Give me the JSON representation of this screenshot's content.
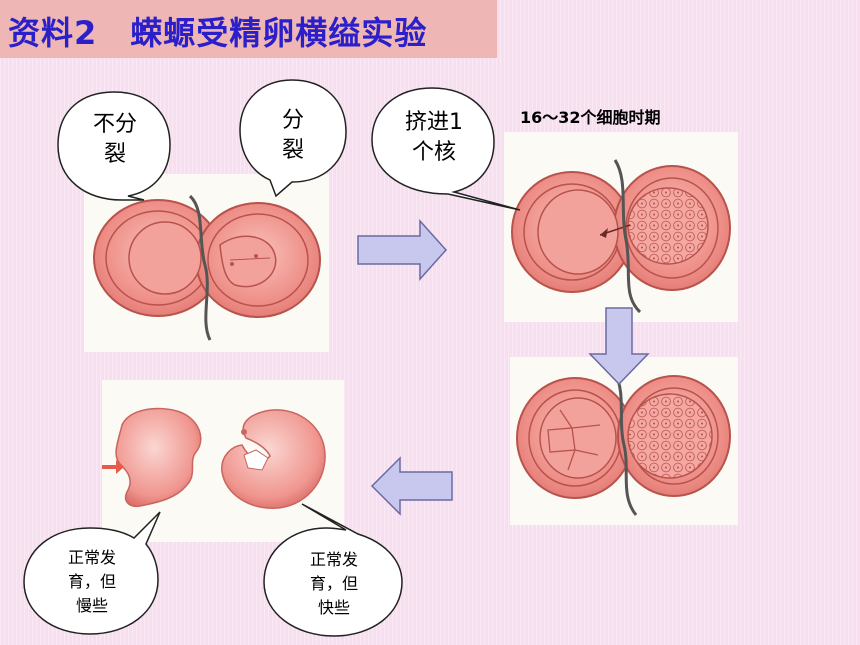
{
  "title": "资料2　蝾螈受精卵横缢实验",
  "stage_label": "16～32个细胞时期",
  "bubbles": {
    "no_division": [
      "不分",
      "裂"
    ],
    "division": [
      "分",
      "裂"
    ],
    "squeeze_nucleus": [
      "挤进1",
      "个核"
    ],
    "normal_slow": [
      "正常发",
      "育，但",
      "慢些"
    ],
    "normal_fast": [
      "正常发",
      "育，但",
      "快些"
    ]
  },
  "colors": {
    "title_text": "#2a1fc8",
    "title_bg": "#efb6b6",
    "background": "#f7dff0",
    "arrow_fill": "#c8c8ef",
    "egg_fill": "#f2a09a",
    "egg_outline": "#b8524c"
  }
}
